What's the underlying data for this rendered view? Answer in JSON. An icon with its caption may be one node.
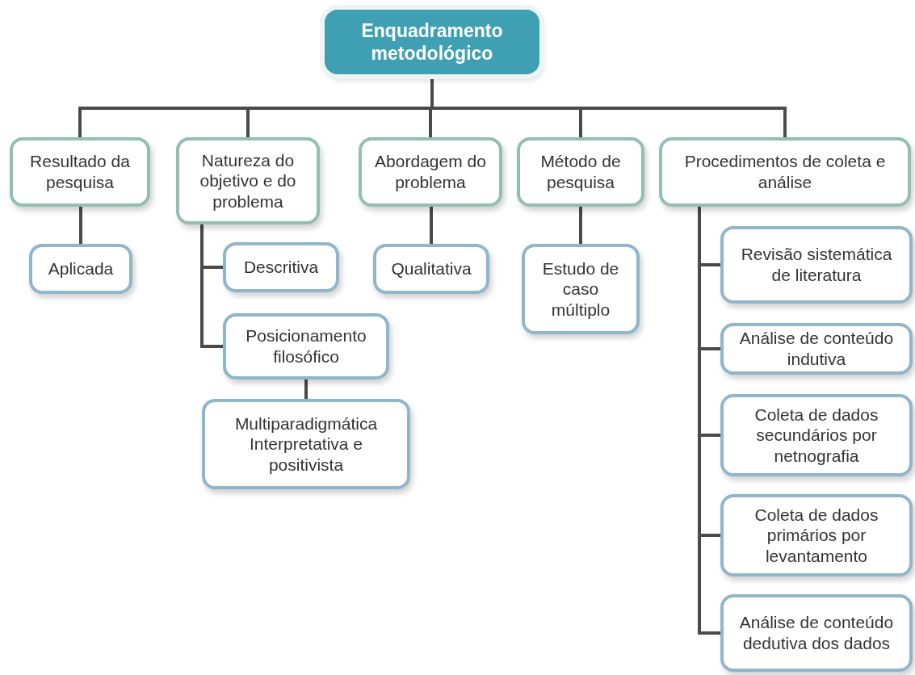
{
  "diagram": {
    "nodes": [
      {
        "text": [
          "Enquadramento metodológico"
        ]
      },
      {
        "text": [
          "Resultado da pesquisa"
        ]
      },
      {
        "text": [
          "Natureza do objetivo e do problema"
        ]
      },
      {
        "text": [
          "Abordagem do problema"
        ]
      },
      {
        "text": [
          "Método de pesquisa"
        ]
      },
      {
        "text": [
          "Procedimentos de coleta e análise"
        ]
      },
      {
        "text": [
          "Aplicada"
        ]
      },
      {
        "text": [
          "Descritiva"
        ]
      },
      {
        "text": [
          "Posicionamento filosófico"
        ]
      },
      {
        "text": [
          "Multiparadigmática Interpretativa e positivista"
        ]
      },
      {
        "text": [
          "Qualitativa"
        ]
      },
      {
        "text": [
          "Estudo de caso múltiplo"
        ]
      },
      {
        "text": [
          "Revisão sistemática de literatura"
        ]
      },
      {
        "text": [
          "Análise de conteúdo indutiva"
        ]
      },
      {
        "text": [
          "Coleta de dados secundários por netnografia"
        ]
      },
      {
        "text": [
          "Coleta de dados primários por levantamento"
        ]
      },
      {
        "text": [
          "Análise de conteúdo dedutiva dos dados"
        ]
      }
    ],
    "edges": [
      {
        "from": 0,
        "to": 1,
        "arrow": "none"
      },
      {
        "from": 0,
        "to": 2,
        "arrow": "none"
      },
      {
        "from": 0,
        "to": 3,
        "arrow": "none"
      },
      {
        "from": 0,
        "to": 4,
        "arrow": "none"
      },
      {
        "from": 0,
        "to": 5,
        "arrow": "none"
      },
      {
        "from": 1,
        "to": 6,
        "arrow": "none"
      },
      {
        "from": 2,
        "to": 7,
        "arrow": "none"
      },
      {
        "from": 2,
        "to": 8,
        "arrow": "none"
      },
      {
        "from": 8,
        "to": 9,
        "arrow": "none"
      },
      {
        "from": 3,
        "to": 10,
        "arrow": "none"
      },
      {
        "from": 4,
        "to": 11,
        "arrow": "none"
      },
      {
        "from": 5,
        "to": 12,
        "arrow": "none"
      },
      {
        "from": 5,
        "to": 13,
        "arrow": "none"
      },
      {
        "from": 5,
        "to": 14,
        "arrow": "none"
      },
      {
        "from": 5,
        "to": 15,
        "arrow": "none"
      },
      {
        "from": 5,
        "to": 16,
        "arrow": "none"
      }
    ]
  }
}
